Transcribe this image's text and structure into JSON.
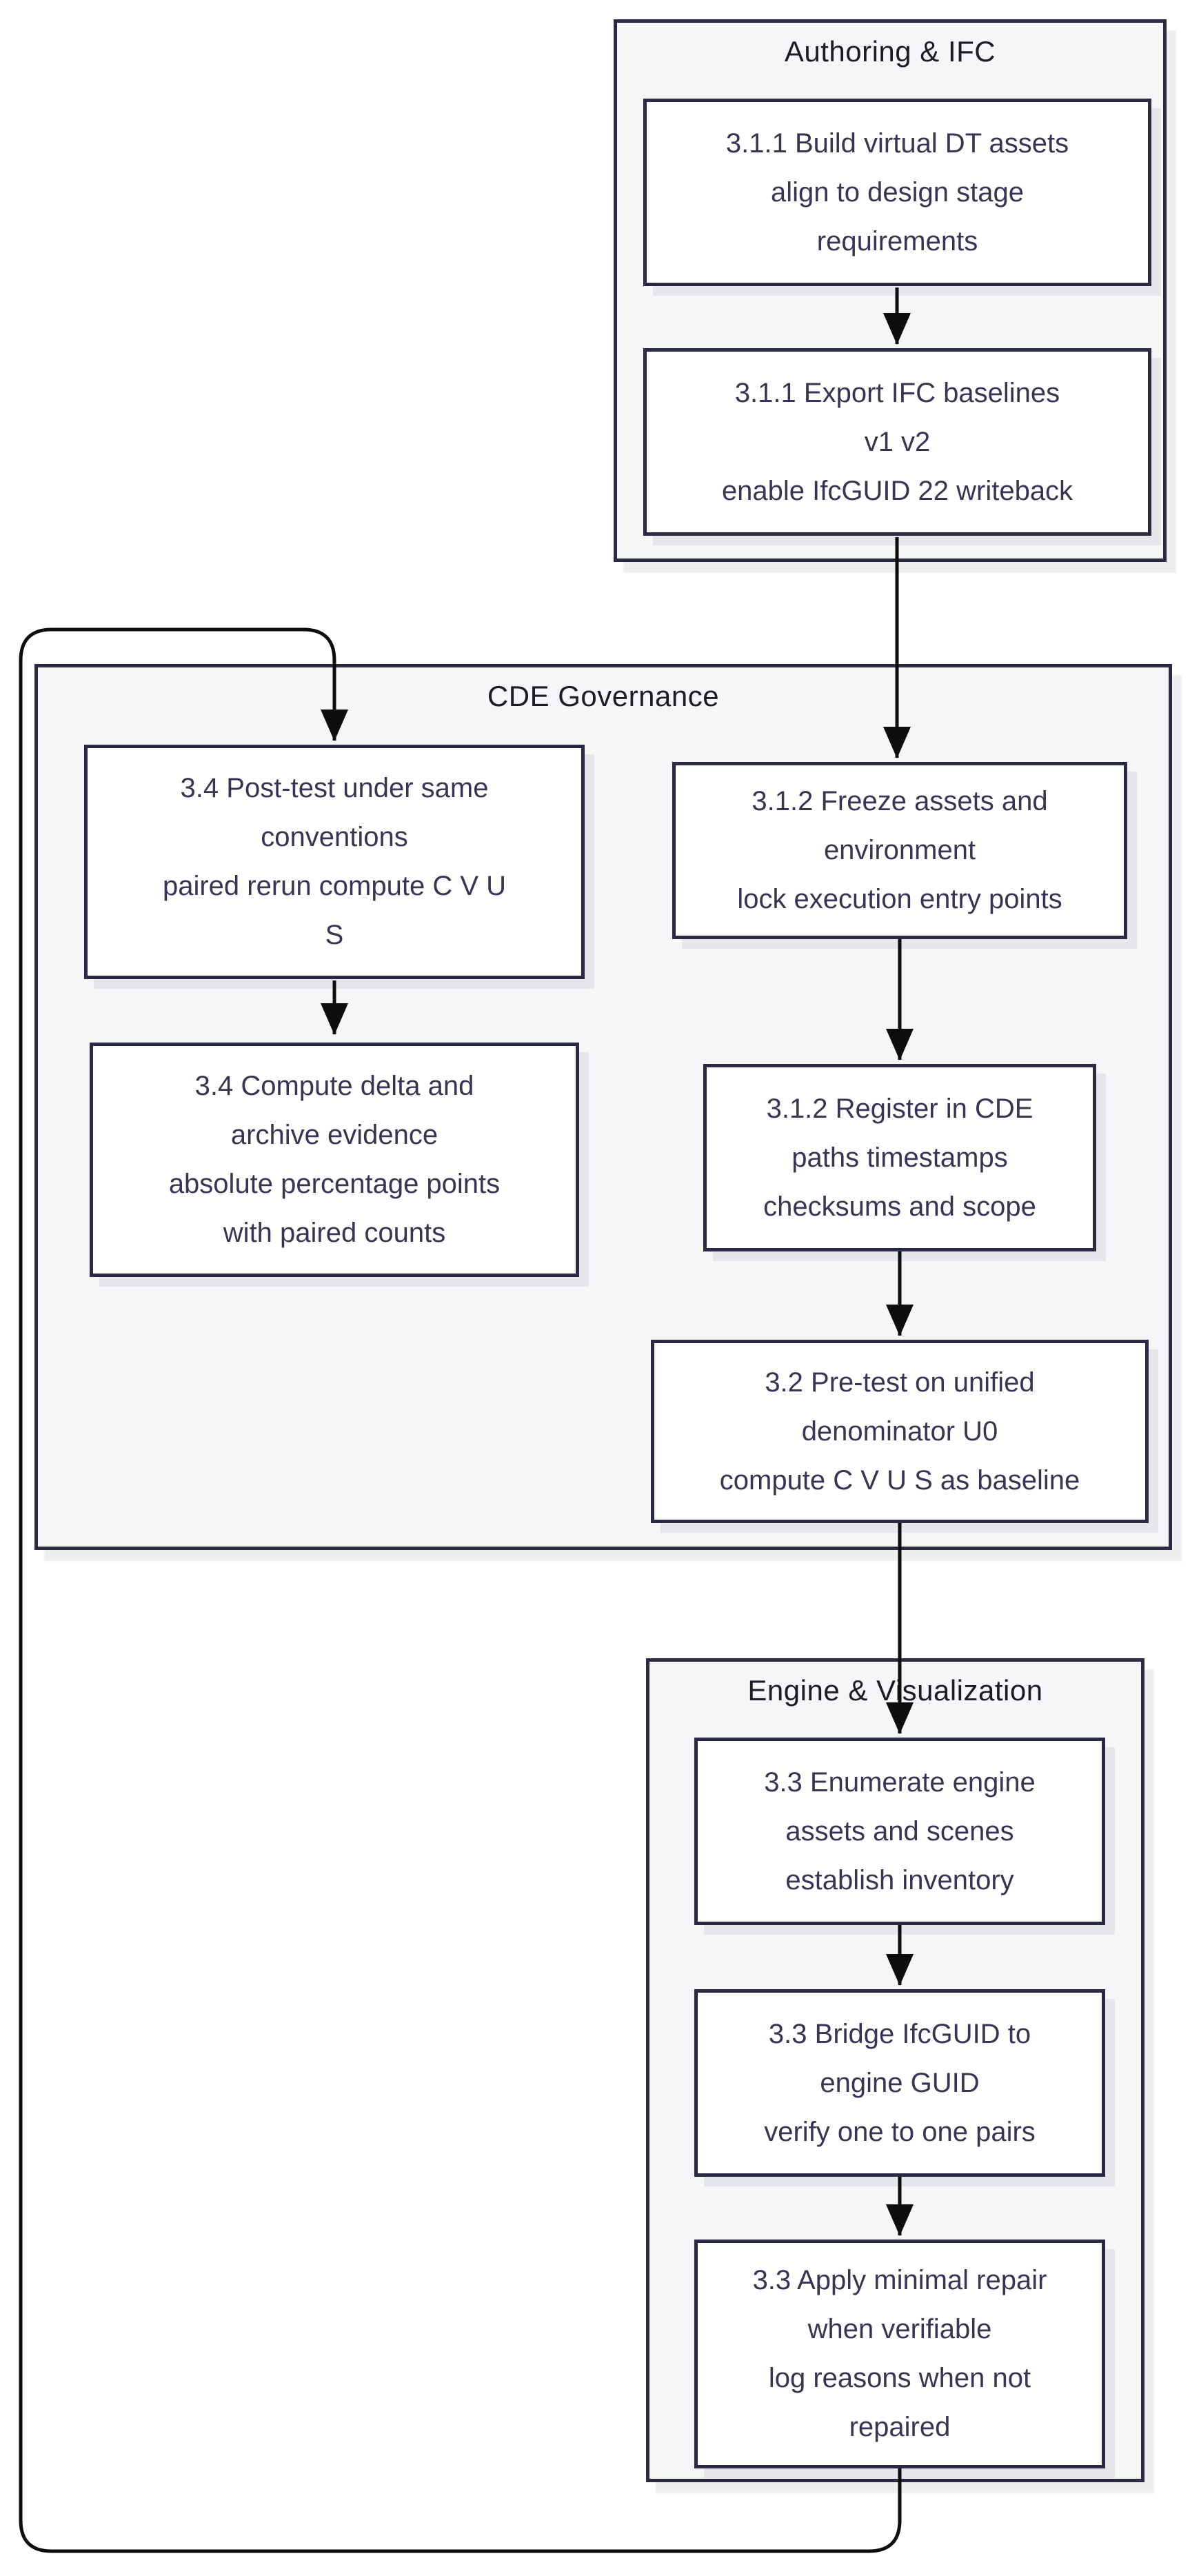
{
  "diagram": {
    "clusters": {
      "authoring": {
        "title": "Authoring & IFC"
      },
      "cde": {
        "title": "CDE Governance"
      },
      "engine": {
        "title": "Engine & Visualization"
      }
    },
    "nodes": {
      "build": {
        "lines": [
          "3.1.1 Build virtual DT assets",
          "align to design stage",
          "requirements"
        ]
      },
      "export": {
        "lines": [
          "3.1.1 Export IFC baselines",
          "v1 v2",
          "enable IfcGUID 22 writeback"
        ]
      },
      "posttest": {
        "lines": [
          "3.4 Post-test under same",
          "conventions",
          "paired rerun compute C V U",
          "S"
        ]
      },
      "delta": {
        "lines": [
          "3.4 Compute delta and",
          "archive evidence",
          "absolute percentage points",
          "with paired counts"
        ]
      },
      "freeze": {
        "lines": [
          "3.1.2 Freeze assets and",
          "environment",
          "lock execution entry points"
        ]
      },
      "register": {
        "lines": [
          "3.1.2 Register in CDE",
          "paths timestamps",
          "checksums and scope"
        ]
      },
      "pretest": {
        "lines": [
          "3.2 Pre-test on unified",
          "denominator U0",
          "compute C V U S as baseline"
        ]
      },
      "enumerate": {
        "lines": [
          "3.3 Enumerate engine",
          "assets and scenes",
          "establish inventory"
        ]
      },
      "bridge": {
        "lines": [
          "3.3 Bridge IfcGUID to",
          "engine GUID",
          "verify one to one pairs"
        ]
      },
      "repair": {
        "lines": [
          "3.3 Apply minimal repair",
          "when verifiable",
          "log reasons when not",
          "repaired"
        ]
      }
    },
    "colors": {
      "node_border": "#2a2a44",
      "node_fill": "#ffffff",
      "cluster_fill": "#f6f6f9",
      "cluster_border": "#2a2a44",
      "edge": "#0d0d0d",
      "node_text": "#363654",
      "title_text": "#1c1c26",
      "page_background": "#ffffff"
    }
  }
}
